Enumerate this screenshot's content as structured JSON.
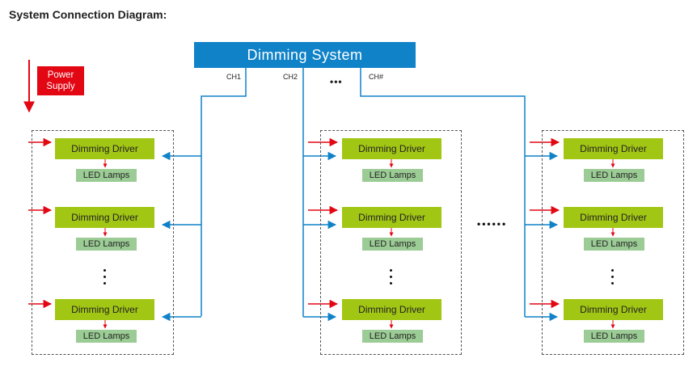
{
  "title": "System Connection Diagram:",
  "dimming_system": "Dimming System",
  "power_supply": [
    "Power",
    "Supply"
  ],
  "channels": {
    "ch1": "CH1",
    "ch2": "CH2",
    "chn": "CH#",
    "gap": "•••"
  },
  "driver_label": "Dimming Driver",
  "lamp_label": "LED Lamps",
  "between_groups": "••••••",
  "colors": {
    "blue": "#0f82c8",
    "red": "#e30613",
    "driver": "#a2c614",
    "lamp": "#9ccc95"
  }
}
